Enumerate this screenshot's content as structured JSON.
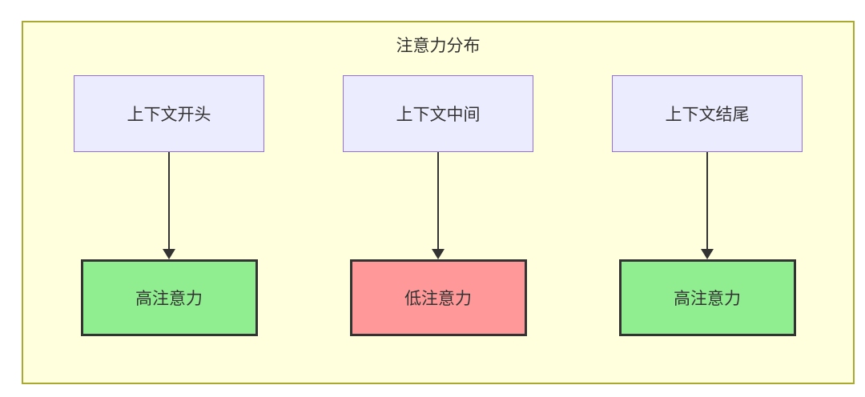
{
  "diagram": {
    "title": "注意力分布",
    "columns": [
      {
        "source": "上下文开头",
        "target": "高注意力",
        "target_type": "high"
      },
      {
        "source": "上下文中间",
        "target": "低注意力",
        "target_type": "low"
      },
      {
        "source": "上下文结尾",
        "target": "高注意力",
        "target_type": "high"
      }
    ],
    "colors": {
      "container_fill": "#ffffde",
      "container_border": "#aaaa33",
      "source_fill": "#ECECFF",
      "source_border": "#9370DB",
      "high_fill": "#90EE90",
      "low_fill": "#FF9999",
      "node_border": "#333333",
      "text": "#333333",
      "arrow": "#333333",
      "page_bg": "#ffffff"
    }
  }
}
